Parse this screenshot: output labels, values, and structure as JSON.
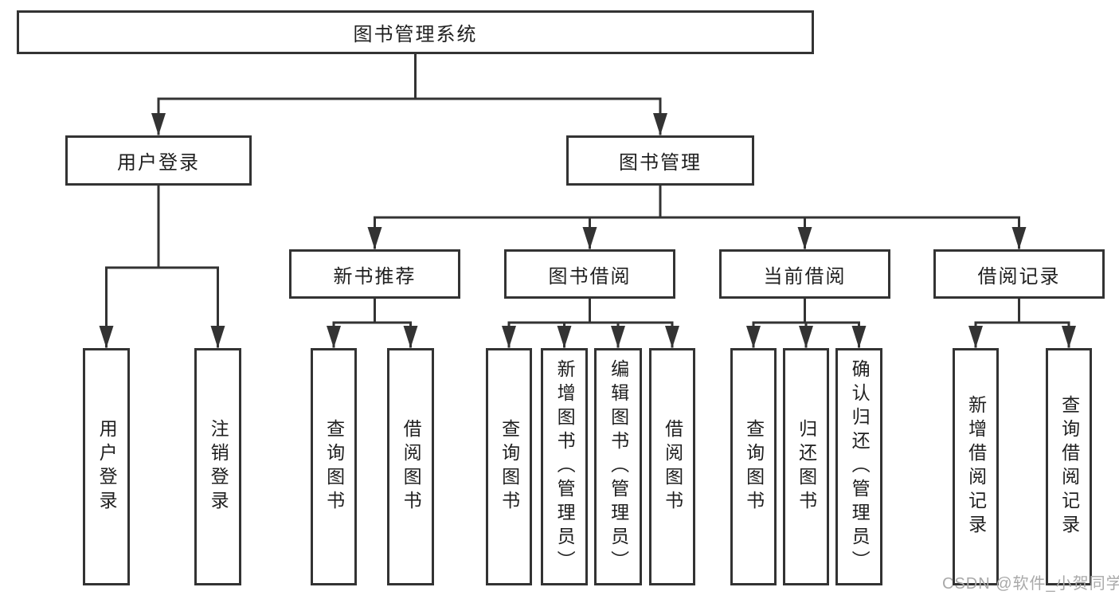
{
  "tree": {
    "label": "图书管理系统",
    "children": [
      {
        "label": "用户登录",
        "children": [
          {
            "label": "用户登录"
          },
          {
            "label": "注销登录"
          }
        ]
      },
      {
        "label": "图书管理",
        "children": [
          {
            "label": "新书推荐",
            "children": [
              {
                "label": "查询图书"
              },
              {
                "label": "借阅图书"
              }
            ]
          },
          {
            "label": "图书借阅",
            "children": [
              {
                "label": "查询图书"
              },
              {
                "label": "新增图书（管理员）"
              },
              {
                "label": "编辑图书（管理员）"
              },
              {
                "label": "借阅图书"
              }
            ]
          },
          {
            "label": "当前借阅",
            "children": [
              {
                "label": "查询图书"
              },
              {
                "label": "归还图书"
              },
              {
                "label": "确认归还（管理员）"
              }
            ]
          },
          {
            "label": "借阅记录",
            "children": [
              {
                "label": "新增借阅记录"
              },
              {
                "label": "查询借阅记录"
              }
            ]
          }
        ]
      }
    ]
  },
  "watermark": {
    "text": "CSDN @软件_小贺同学"
  },
  "colors": {
    "line": "#333333",
    "box_border": "#333333",
    "text": "#1f1f1f",
    "background": "#ffffff",
    "watermark": "#a9a9a9"
  }
}
